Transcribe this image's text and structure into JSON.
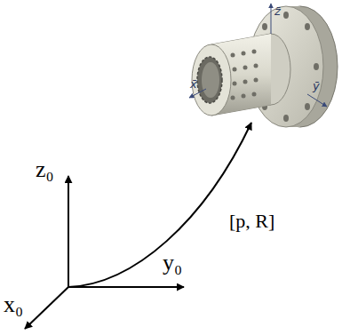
{
  "diagram": {
    "labels": [
      "z₀",
      "y₀",
      "x₀",
      "[p, R]",
      "z̄",
      "x̄",
      "ȳ"
    ]
  }
}
